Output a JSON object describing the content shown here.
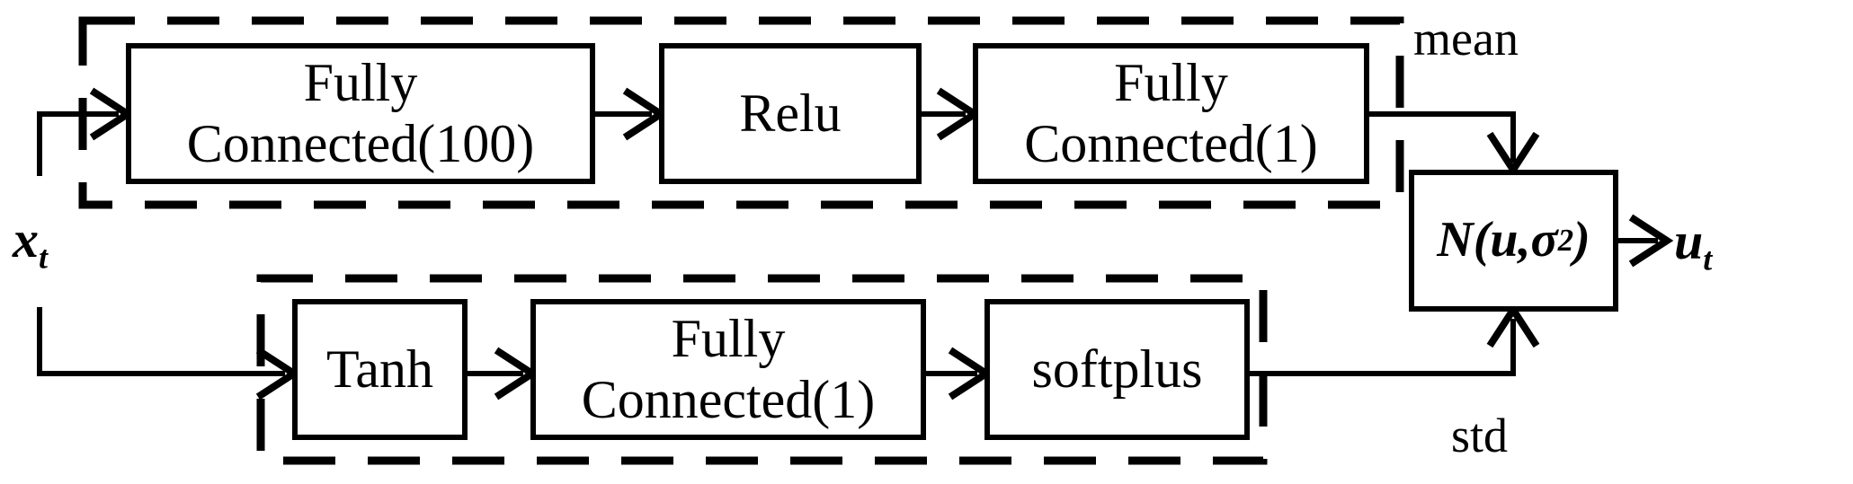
{
  "diagram": {
    "input_label": {
      "base": "x",
      "sub": "t"
    },
    "output_label": {
      "base": "u",
      "sub": "t"
    },
    "mean_label": "mean",
    "std_label": "std",
    "boxes": {
      "fc100": {
        "line1": "Fully",
        "line2": "Connected(100)"
      },
      "relu": {
        "label": "Relu"
      },
      "fc1_mean": {
        "line1": "Fully",
        "line2": "Connected(1)"
      },
      "tanh": {
        "label": "Tanh"
      },
      "fc1_std": {
        "line1": "Fully",
        "line2": "Connected(1)"
      },
      "softplus": {
        "label": "softplus"
      },
      "gaussian": {
        "main": "N(u,σ",
        "sup": "2",
        "close": ")"
      }
    },
    "colors": {
      "stroke": "#000000",
      "background": "#ffffff"
    }
  }
}
